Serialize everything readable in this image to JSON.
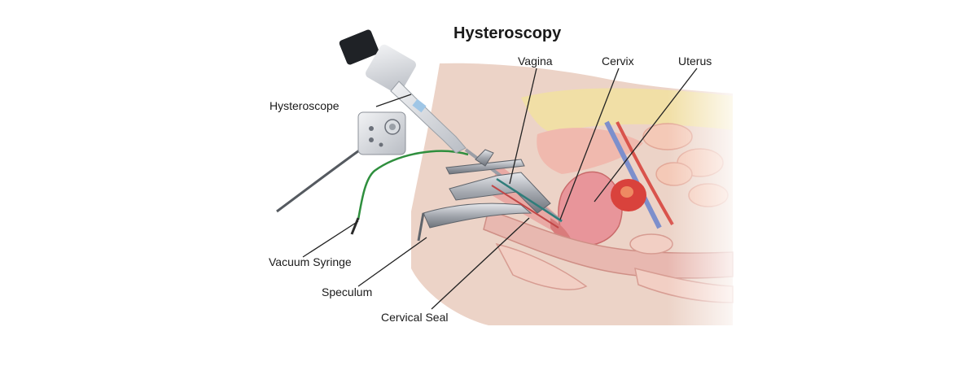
{
  "title": "Hysteroscopy",
  "labels": {
    "hysteroscope": "Hysteroscope",
    "vacuum_syringe": "Vacuum Syringe",
    "speculum": "Speculum",
    "cervical_seal": "Cervical Seal",
    "vagina": "Vagina",
    "cervix": "Cervix",
    "uterus": "Uterus"
  },
  "colors": {
    "skin": "#ecd3c7",
    "tissue_pink": "#e9a9a4",
    "tissue_dark": "#c96a6a",
    "fat_yellow": "#f1dfa6",
    "uterus_red": "#d9423c",
    "vessel_blue": "#7d8fcc",
    "instrument_gray": "#9a9ea6",
    "tube_green": "#2f8f3e"
  }
}
